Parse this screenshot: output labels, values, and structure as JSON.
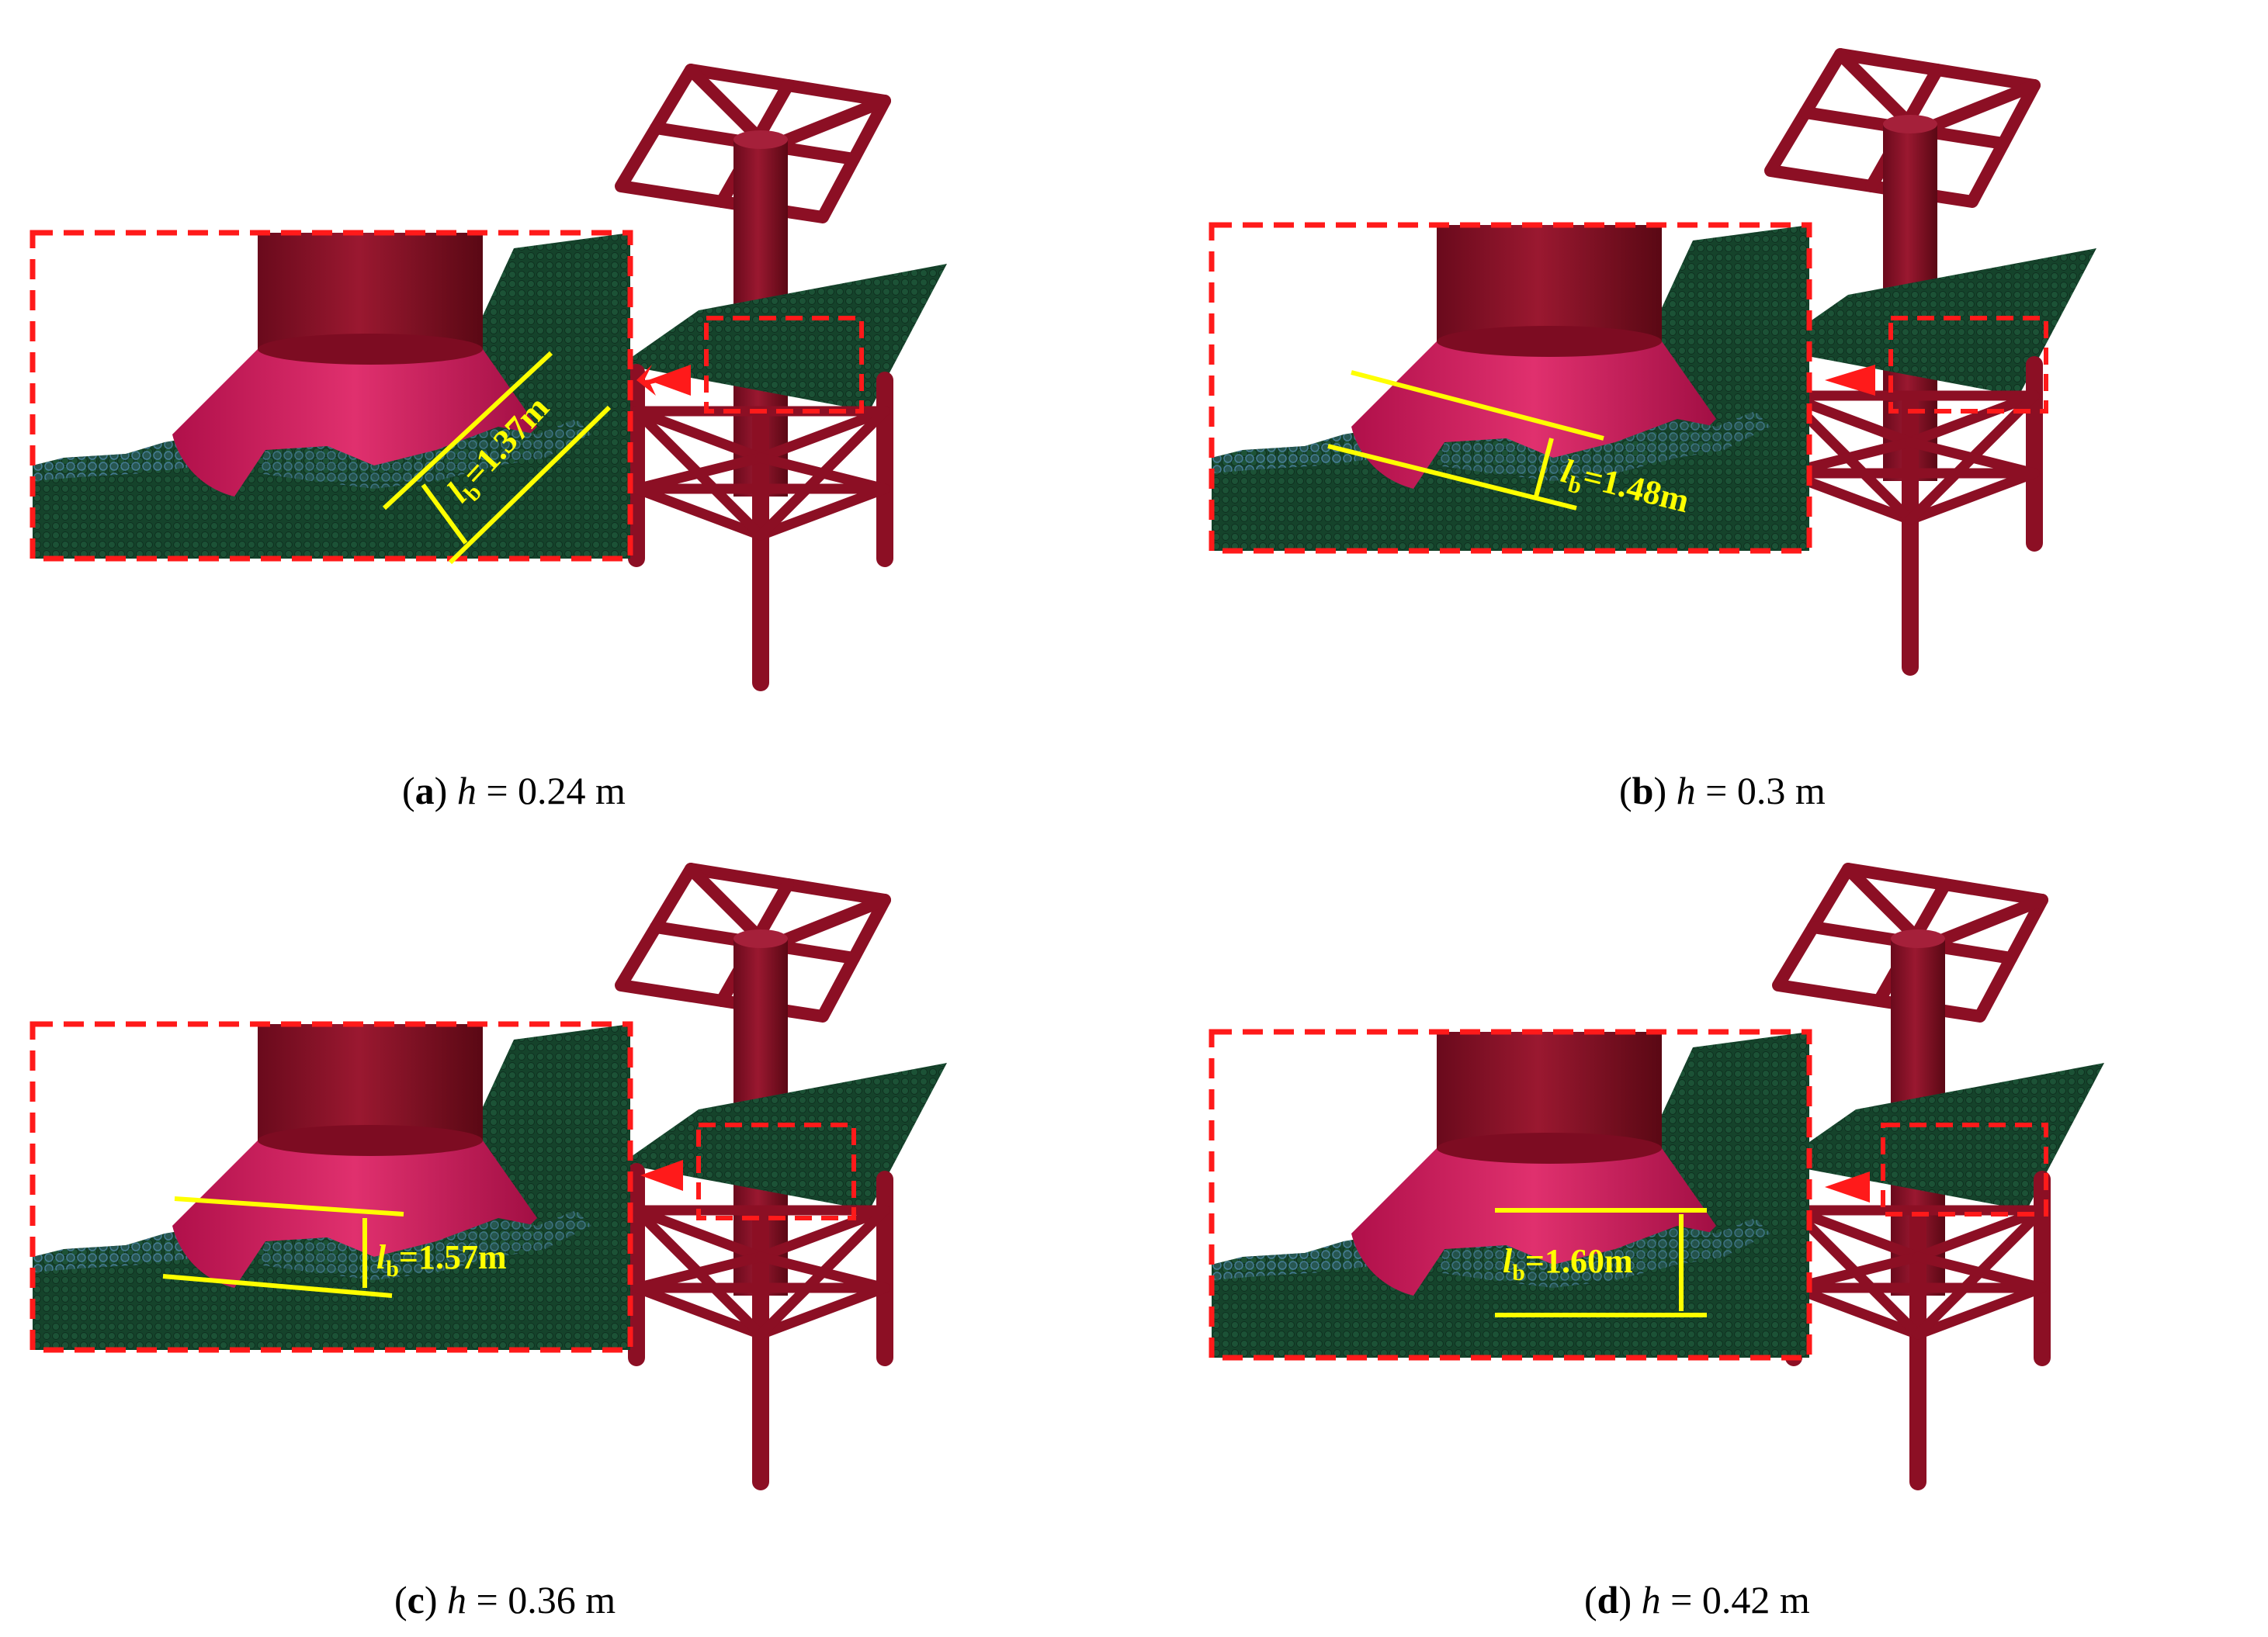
{
  "colors": {
    "structure": "#8c0f24",
    "structure_dark": "#5e0816",
    "cone": "#c3185a",
    "ice": "#15432b",
    "ice_edge": "#3c6e8a",
    "highlight": "#ff1a1a",
    "annotation": "#ffff00"
  },
  "panels": [
    {
      "id": "a",
      "letter": "a",
      "h_symbol": "h",
      "h_value": "= 0.24 m",
      "lb_symbol": "l",
      "lb_sub": "b",
      "lb_value": "=1.37m"
    },
    {
      "id": "b",
      "letter": "b",
      "h_symbol": "h",
      "h_value": "= 0.3 m",
      "lb_symbol": "l",
      "lb_sub": "b",
      "lb_value": "=1.48m"
    },
    {
      "id": "c",
      "letter": "c",
      "h_symbol": "h",
      "h_value": "= 0.36 m",
      "lb_symbol": "l",
      "lb_sub": "b",
      "lb_value": "=1.57m"
    },
    {
      "id": "d",
      "letter": "d",
      "h_symbol": "h",
      "h_value": "= 0.42 m",
      "lb_symbol": "l",
      "lb_sub": "b",
      "lb_value": "=1.60m"
    }
  ]
}
